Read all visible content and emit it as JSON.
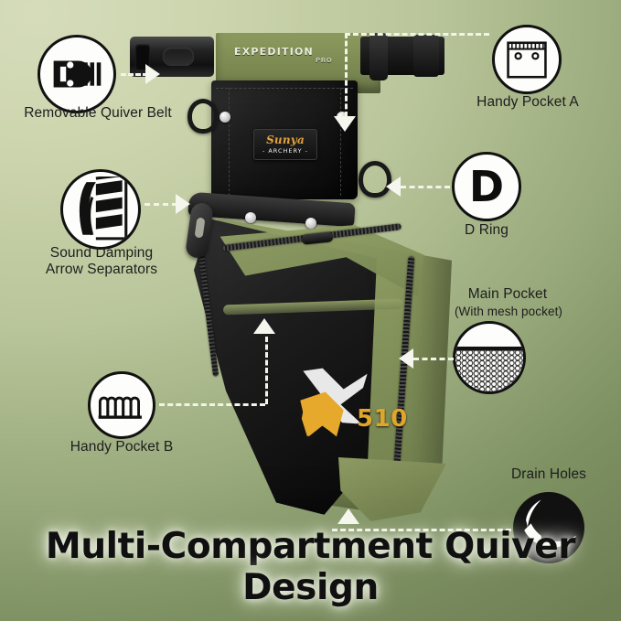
{
  "background": {
    "gradient_from": "#d6dcbb",
    "gradient_to": "#6f8055"
  },
  "title": "Multi-Compartment Quiver Design",
  "product": {
    "brand_patch": {
      "script": "Sunya",
      "subtitle": "- ARCHERY -"
    },
    "belt_text": "EXPEDITION",
    "belt_text_small": "PRO",
    "model_logo": "X",
    "model_number": "510",
    "colors": {
      "olive": "#85945c",
      "black": "#1d1d1d",
      "gold": "#e0a62c",
      "silver": "#e8e8e8"
    }
  },
  "callouts": [
    {
      "id": "removable-quiver-belt",
      "label": "Removable Quiver Belt",
      "icon": "buckle-icon",
      "arrow": "right"
    },
    {
      "id": "sound-damping-arrow-separators",
      "label_line1": "Sound Damping",
      "label_line2": "Arrow Separators",
      "icon": "arrow-separators-icon",
      "arrow": "right"
    },
    {
      "id": "handy-pocket-b",
      "label": "Handy Pocket B",
      "icon": "pocket-dividers-icon",
      "arrow": "up"
    },
    {
      "id": "handy-pocket-a",
      "label": "Handy Pocket A",
      "icon": "zip-pocket-icon",
      "arrow": "down"
    },
    {
      "id": "d-ring",
      "label": "D Ring",
      "icon": "letter-d-icon",
      "arrow": "left"
    },
    {
      "id": "main-pocket",
      "label": "Main Pocket",
      "sublabel": "(With mesh pocket)",
      "icon": "mesh-pocket-icon",
      "arrow": "left"
    },
    {
      "id": "drain-holes",
      "label": "Drain Holes",
      "icon": "drain-holes-icon",
      "arrow": "up"
    }
  ]
}
